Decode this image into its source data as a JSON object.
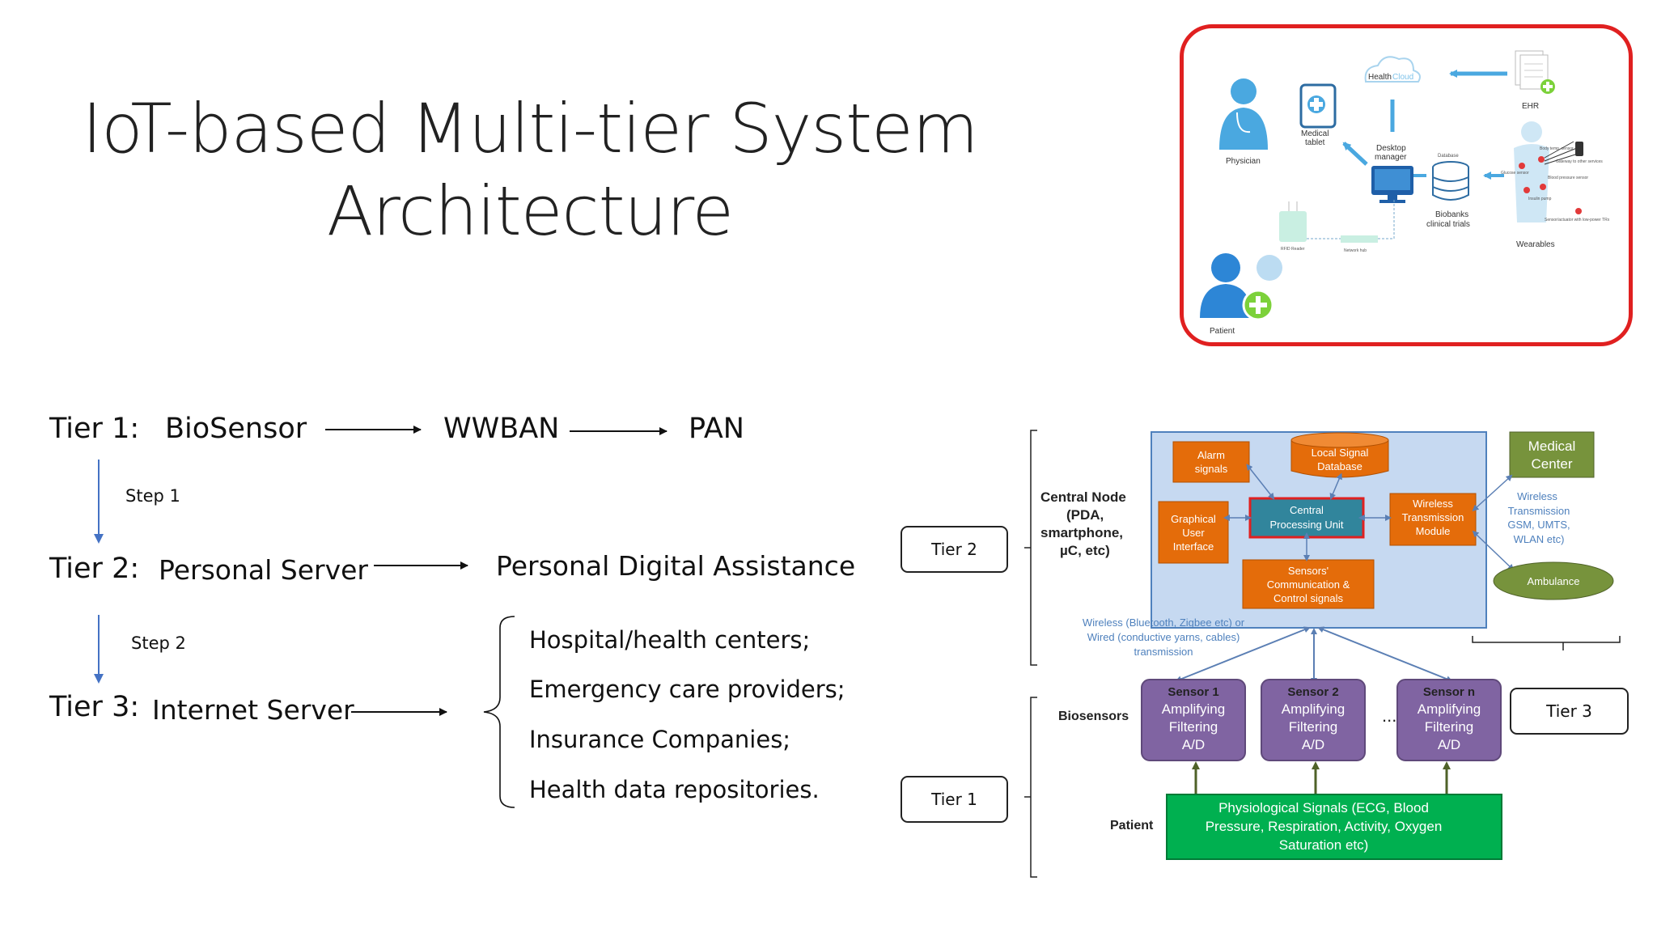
{
  "slide": {
    "title_line1": "IoT-based Multi-tier System",
    "title_line2": "Architecture"
  },
  "flow": {
    "tier1_label": "Tier 1:",
    "tier1_name": "BioSensor",
    "tier1_next1": "WWBAN",
    "tier1_next2": "PAN",
    "step1": "Step 1",
    "tier2_label": "Tier 2:",
    "tier2_name": "Personal Server",
    "tier2_target": "Personal Digital Assistance",
    "step2": "Step 2",
    "tier3_label": "Tier 3:",
    "tier3_name": "Internet Server",
    "tier3_targets": [
      "Hospital/health centers;",
      "Emergency care providers;",
      "Insurance Companies;",
      "Health data repositories."
    ]
  },
  "healthcare_image": {
    "health_cloud_left": "Health",
    "health_cloud_right": "Cloud",
    "ehr": "EHR",
    "physician": "Physician",
    "medical_tablet_1": "Medical",
    "medical_tablet_2": "tablet",
    "desktop_manager_1": "Desktop",
    "desktop_manager_2": "manager",
    "database": "Database",
    "biobanks_1": "Biobanks",
    "biobanks_2": "clinical trials",
    "wearables": "Wearables",
    "rfid_reader": "RFID Reader",
    "network_hub": "Network hub",
    "patient": "Patient",
    "gateway": "Gateway to other services",
    "glucose": "Glucose sensor",
    "blood_pressure": "Blood pressure sensor",
    "insulin": "Insulin pump",
    "body_temp": "Body temp. sensor",
    "sensor_actuator": "Sensor/actuator with low-power TRx",
    "colors": {
      "frame": "#e02020",
      "icon_blue": "#4aa8e0",
      "cross_green": "#7cd13a"
    }
  },
  "architecture": {
    "central_node_1": "Central Node",
    "central_node_2": "(PDA,",
    "central_node_3": "smartphone,",
    "central_node_4": "µC, etc)",
    "alarm_1": "Alarm",
    "alarm_2": "signals",
    "localdb_1": "Local Signal",
    "localdb_2": "Database",
    "gui_1": "Graphical",
    "gui_2": "User",
    "gui_3": "Interface",
    "cpu_1": "Central",
    "cpu_2": "Processing Unit",
    "wtm_1": "Wireless",
    "wtm_2": "Transmission",
    "wtm_3": "Module",
    "sensors_comm_1": "Sensors'",
    "sensors_comm_2": "Communication &",
    "sensors_comm_3": "Control signals",
    "medical_center_1": "Medical",
    "medical_center_2": "Center",
    "wireless_tx_1": "Wireless",
    "wireless_tx_2": "Transmission",
    "wireless_tx_3": "GSM, UMTS,",
    "wireless_tx_4": "WLAN etc)",
    "ambulance": "Ambulance",
    "link_1": "Wireless (Bluetooth, Zigbee etc) or",
    "link_2": "Wired (conductive yarns, cables)",
    "link_3": "transmission",
    "biosensors": "Biosensors",
    "patient": "Patient",
    "ellipsis": "...",
    "sensors": [
      {
        "name": "Sensor 1",
        "l1": "Amplifying",
        "l2": "Filtering",
        "l3": "A/D"
      },
      {
        "name": "Sensor 2",
        "l1": "Amplifying",
        "l2": "Filtering",
        "l3": "A/D"
      },
      {
        "name": "Sensor n",
        "l1": "Amplifying",
        "l2": "Filtering",
        "l3": "A/D"
      }
    ],
    "physio_1": "Physiological Signals (ECG, Blood",
    "physio_2": "Pressure, Respiration, Activity, Oxygen",
    "physio_3": "Saturation etc)",
    "colors": {
      "panel": "#c6d9f1",
      "orange": "#e46c0a",
      "teal": "#31859c",
      "purple": "#8064a2",
      "green": "#00b050",
      "olive": "#77933c",
      "link_text": "#4f81bd"
    }
  },
  "tier_boxes": {
    "tier1": "Tier 1",
    "tier2": "Tier 2",
    "tier3": "Tier 3"
  }
}
